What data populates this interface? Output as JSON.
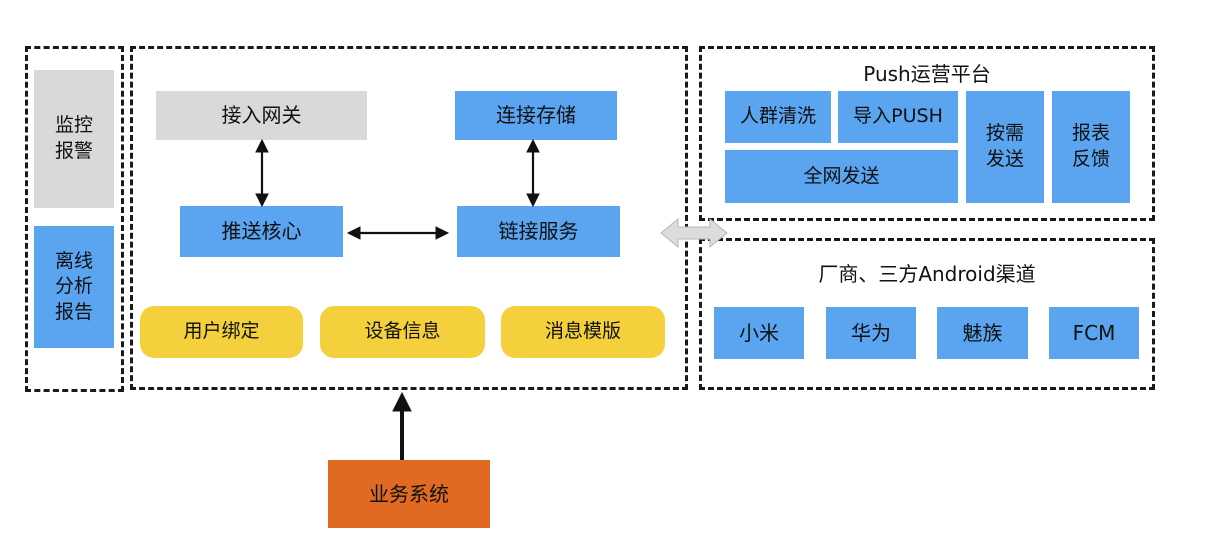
{
  "left_column": {
    "monitor": "监控\n报警",
    "offline": "离线\n分析\n报告"
  },
  "core": {
    "gateway": "接入网关",
    "storage": "连接存储",
    "push_core": "推送核心",
    "link_service": "链接服务",
    "user_binding": "用户绑定",
    "device_info": "设备信息",
    "message_template": "消息模版"
  },
  "push_platform": {
    "title": "Push运营平台",
    "crowd_clean": "人群清洗",
    "import_push": "导入PUSH",
    "full_send": "全网发送",
    "on_demand": "按需\n发送",
    "report": "报表\n反馈"
  },
  "channels": {
    "title": "厂商、三方Android渠道",
    "items": [
      "小米",
      "华为",
      "魅族",
      "FCM"
    ]
  },
  "business": {
    "label": "业务系统"
  },
  "colors": {
    "blue": "#5aa4f0",
    "gray": "#d9d9d9",
    "yellow": "#f4d03c",
    "orange": "#e06a22"
  }
}
